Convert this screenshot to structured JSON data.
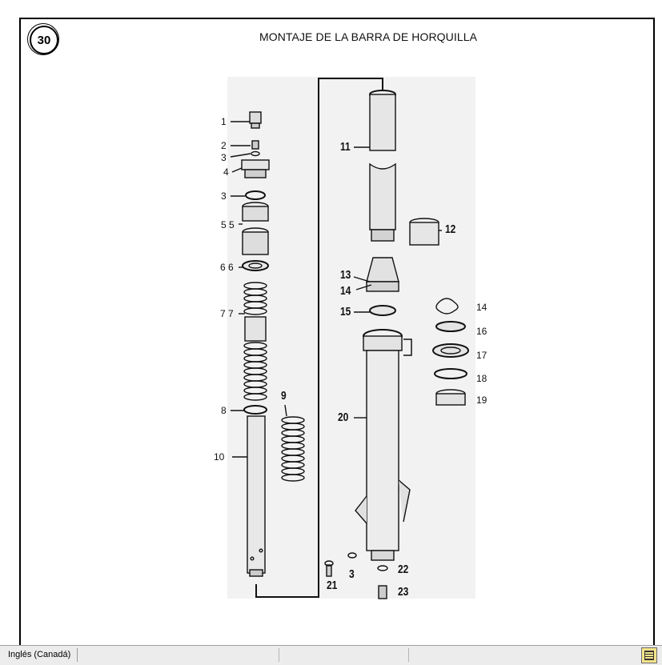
{
  "page": {
    "number": "30",
    "title": "MONTAJE DE LA BARRA DE HORQUILLA"
  },
  "labels": {
    "l1": "1",
    "l2": "2",
    "l3a": "3",
    "l4": "4",
    "l3b": "3",
    "l5": "5 5",
    "l6": "6 6",
    "l7": "7 7",
    "l8": "8",
    "l9": "9",
    "l10": "10",
    "l11": "11",
    "l12": "12",
    "l13": "13",
    "l14a": "14",
    "l15": "15",
    "l14b": "14",
    "l16": "16",
    "l17": "17",
    "l18": "18",
    "l19": "19",
    "l20": "20",
    "l21": "21",
    "l3c": "3",
    "l22": "22",
    "l23": "23"
  },
  "statusbar": {
    "language": "Inglés (Canadá)"
  },
  "colors": {
    "ink": "#111111",
    "paper": "#ffffff",
    "statusbar": "#ececec"
  }
}
